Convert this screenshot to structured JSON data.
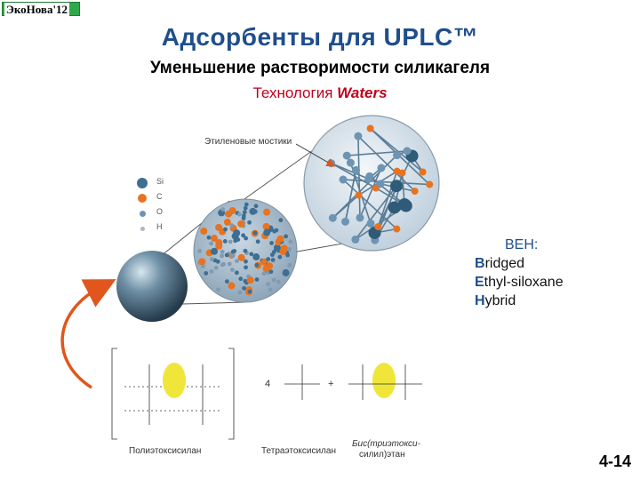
{
  "header": {
    "event_tag": "ЭкоНова'12",
    "title": "Адсорбенты для UPLC™",
    "subtitle": "Уменьшение растворимости силикагеля",
    "technology_prefix": "Технология",
    "technology_brand": "Waters"
  },
  "legend": {
    "items": [
      {
        "symbol": "Si",
        "color": "#3d6f93",
        "size": 12
      },
      {
        "symbol": "C",
        "color": "#e8731f",
        "size": 10
      },
      {
        "symbol": "O",
        "color": "#6d92b3",
        "size": 7
      },
      {
        "symbol": "H",
        "color": "#aab6c2",
        "size": 5
      }
    ]
  },
  "callout": {
    "bridge_label": "Этиленовые мостики"
  },
  "beh": {
    "heading": "BEH:",
    "lines": [
      {
        "first": "B",
        "rest": "ridged"
      },
      {
        "first": "E",
        "rest": "thyl-siloxane"
      },
      {
        "first": "H",
        "rest": "ybrid"
      }
    ]
  },
  "chemistry": {
    "left_structure_label": "Полиэтоксисилан",
    "middle_reagent_label": "Тетраэтоксисилан",
    "right_product_label_line1": "Бис(триэтокси-",
    "right_product_label_line2": "силил)этан",
    "coefficient": "4",
    "plus": "+"
  },
  "footer": {
    "page_number": "4-14"
  },
  "colors": {
    "title": "#1f4e8c",
    "technology": "#c0001b",
    "arrow": "#e0561c",
    "highlight": "#f0e63a"
  }
}
